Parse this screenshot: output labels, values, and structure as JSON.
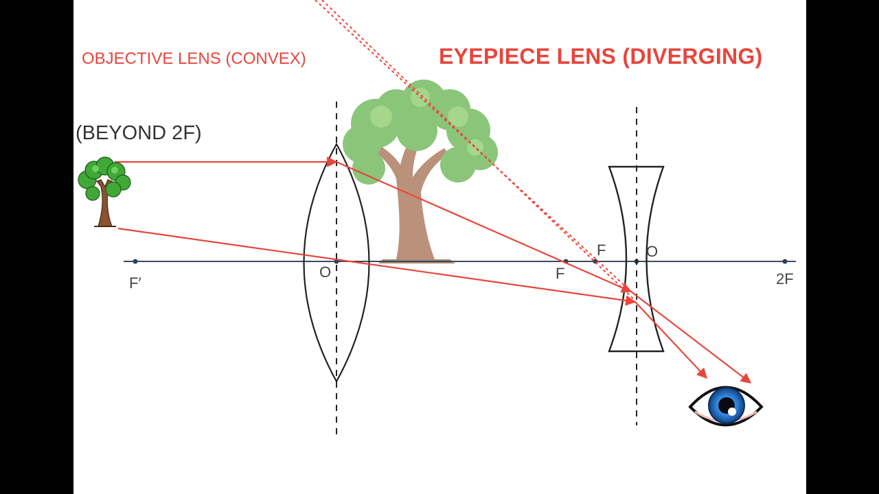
{
  "objective_title": "OBJECTIVE LENS (CONVEX)",
  "eyepiece_title": "EYEPIECE LENS (DIVERGING)",
  "object_position_label": "(BEYOND 2F)",
  "point_labels": {
    "f_prime": "F′",
    "objective_center": "O",
    "objective_focus": "F",
    "eyepiece_focus": "F",
    "eyepiece_center": "O",
    "two_f": "2F"
  },
  "colors": {
    "ray": "#e8453c",
    "title": "#e8453c",
    "axis": "#3a4a5c",
    "lens": "#222222",
    "tree_foliage": "#4caf3c",
    "tree_trunk": "#8a5230",
    "iris": "#2b7fd8"
  },
  "icons": [
    "small-tree-object",
    "large-tree-image",
    "eye-icon"
  ]
}
